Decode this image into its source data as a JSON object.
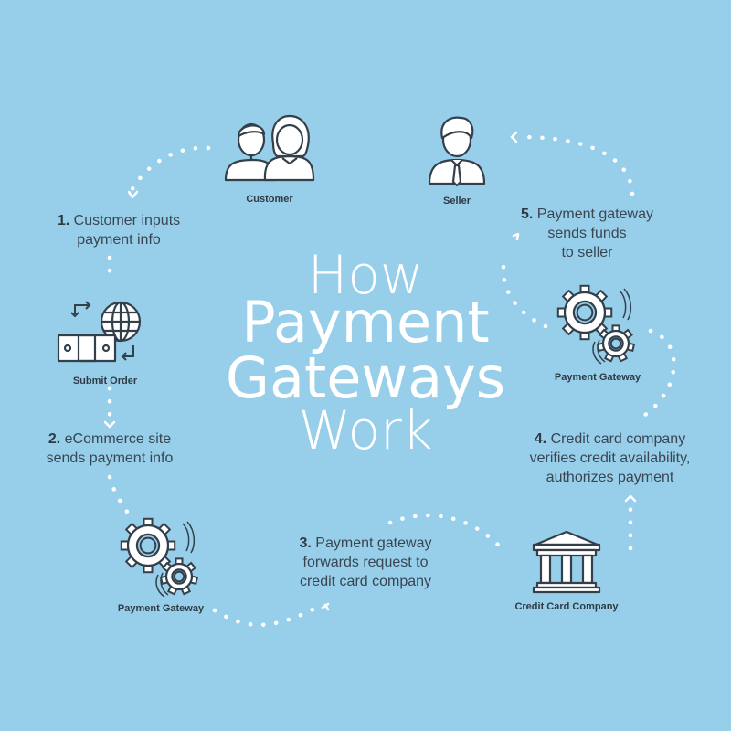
{
  "title": {
    "line1": "How",
    "line2": "Payment",
    "line3": "Gateways",
    "line4": "Work"
  },
  "nodes": {
    "customer": {
      "label": "Customer",
      "icon": "people-icon"
    },
    "seller": {
      "label": "Seller",
      "icon": "businessman-icon"
    },
    "submit_order": {
      "label": "Submit Order",
      "icon": "globe-money-exchange-icon"
    },
    "gateway_left": {
      "label": "Payment Gateway",
      "icon": "gears-icon"
    },
    "gateway_right": {
      "label": "Payment Gateway",
      "icon": "gears-icon"
    },
    "credit_card_company": {
      "label": "Credit Card Company",
      "icon": "bank-building-icon"
    }
  },
  "steps": [
    {
      "num": "1.",
      "lines": [
        "Customer inputs",
        "payment info"
      ]
    },
    {
      "num": "2.",
      "lines": [
        "eCommerce site",
        "sends payment info"
      ]
    },
    {
      "num": "3.",
      "lines": [
        "Payment gateway",
        "forwards request to",
        "credit card company"
      ]
    },
    {
      "num": "4.",
      "lines": [
        "Credit card company",
        "verifies credit availability,",
        "authorizes payment"
      ]
    },
    {
      "num": "5.",
      "lines": [
        "Payment gateway",
        "sends funds",
        "to seller"
      ]
    }
  ],
  "colors": {
    "background": "#97cfea",
    "ink": "#333f4a",
    "white": "#ffffff"
  }
}
